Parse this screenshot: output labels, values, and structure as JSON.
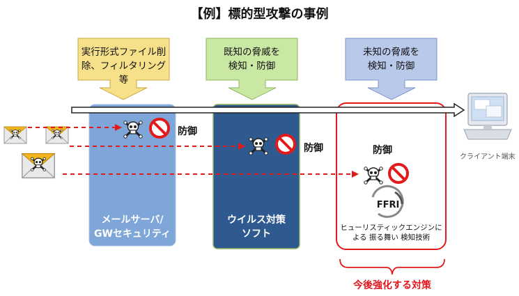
{
  "title": "【例】標的型攻撃の事例",
  "callouts": [
    {
      "line1": "実行形式ファイル削",
      "line2": "除、フィルタリング等",
      "color": "#f7e08a"
    },
    {
      "line1": "既知の脅威を",
      "line2": "検知・防御",
      "color": "#c9e8a3"
    },
    {
      "line1": "未知の脅威を",
      "line2": "検知・防御",
      "color": "#b8c9ea"
    }
  ],
  "columns": [
    {
      "line1": "メールサーバ/",
      "line2": "GWセキュリティ",
      "color": "#7ea6d8"
    },
    {
      "line1": "ウイルス対策",
      "line2": "ソフト",
      "color": "#2f5a8f"
    }
  ],
  "defense_labels": [
    "防御",
    "防御",
    "防御"
  ],
  "behavior_detection": {
    "line1": "ヒューリスティックエンジンに",
    "line2": "よる 振る舞い 検知技術"
  },
  "logo_text": "FFRI",
  "client_label": "クライアント端末",
  "future_label": "今後強化する対策",
  "colors": {
    "attack_line": "#e31a1a",
    "highlight_frame": "#e31a1a",
    "prohibit": "#e31a1a"
  },
  "icons": [
    "envelope-icon",
    "skull-crossbones-icon",
    "prohibited-icon",
    "monitor-icon",
    "ffri-logo"
  ]
}
